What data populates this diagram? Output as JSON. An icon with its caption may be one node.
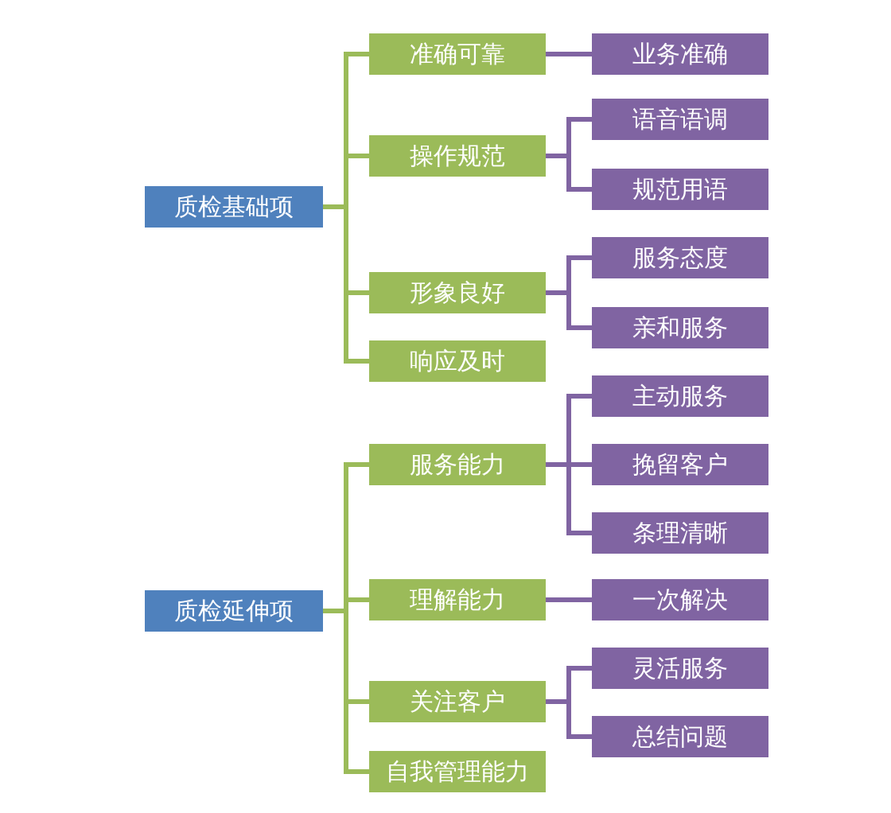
{
  "diagram": {
    "nodes": [
      {
        "text": [
          "质检基础项"
        ]
      },
      {
        "text": [
          "准确可靠"
        ]
      },
      {
        "text": [
          "业务准确"
        ]
      },
      {
        "text": [
          "操作规范"
        ]
      },
      {
        "text": [
          "语音语调"
        ]
      },
      {
        "text": [
          "规范用语"
        ]
      },
      {
        "text": [
          "形象良好"
        ]
      },
      {
        "text": [
          "服务态度"
        ]
      },
      {
        "text": [
          "亲和服务"
        ]
      },
      {
        "text": [
          "响应及时"
        ]
      },
      {
        "text": [
          "质检延伸项"
        ]
      },
      {
        "text": [
          "服务能力"
        ]
      },
      {
        "text": [
          "主动服务"
        ]
      },
      {
        "text": [
          "挽留客户"
        ]
      },
      {
        "text": [
          "条理清晰"
        ]
      },
      {
        "text": [
          "理解能力"
        ]
      },
      {
        "text": [
          "一次解决"
        ]
      },
      {
        "text": [
          "关注客户"
        ]
      },
      {
        "text": [
          "灵活服务"
        ]
      },
      {
        "text": [
          "总结问题"
        ]
      },
      {
        "text": [
          "自我管理能力"
        ]
      }
    ],
    "edges": [
      {
        "from": 0,
        "to": 1,
        "arrow": "none",
        "color": "#9bbb59"
      },
      {
        "from": 0,
        "to": 3,
        "arrow": "none",
        "color": "#9bbb59"
      },
      {
        "from": 0,
        "to": 6,
        "arrow": "none",
        "color": "#9bbb59"
      },
      {
        "from": 0,
        "to": 9,
        "arrow": "none",
        "color": "#9bbb59"
      },
      {
        "from": 1,
        "to": 2,
        "arrow": "none"
      },
      {
        "from": 3,
        "to": 4,
        "arrow": "none"
      },
      {
        "from": 3,
        "to": 5,
        "arrow": "none"
      },
      {
        "from": 6,
        "to": 7,
        "arrow": "none"
      },
      {
        "from": 6,
        "to": 8,
        "arrow": "none"
      },
      {
        "from": 10,
        "to": 11,
        "arrow": "none",
        "color": "#9bbb59"
      },
      {
        "from": 10,
        "to": 15,
        "arrow": "none",
        "color": "#9bbb59"
      },
      {
        "from": 10,
        "to": 17,
        "arrow": "none",
        "color": "#9bbb59"
      },
      {
        "from": 10,
        "to": 20,
        "arrow": "none",
        "color": "#9bbb59"
      },
      {
        "from": 11,
        "to": 12,
        "arrow": "none"
      },
      {
        "from": 11,
        "to": 13,
        "arrow": "none"
      },
      {
        "from": 11,
        "to": 14,
        "arrow": "none"
      },
      {
        "from": 15,
        "to": 16,
        "arrow": "none"
      },
      {
        "from": 17,
        "to": 18,
        "arrow": "none"
      },
      {
        "from": 17,
        "to": 19,
        "arrow": "none"
      }
    ]
  }
}
